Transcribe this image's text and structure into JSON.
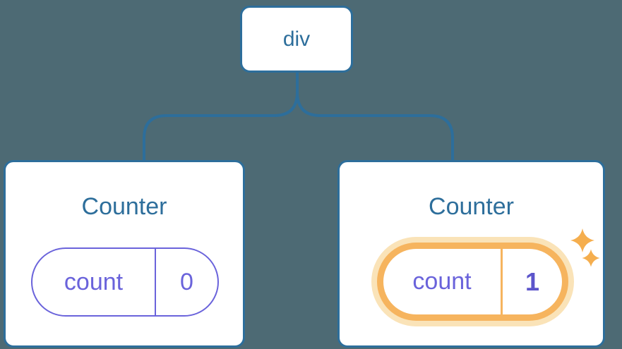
{
  "diagram": {
    "kind": "react-component-tree",
    "tree": {
      "root": {
        "label": "div"
      },
      "children": [
        {
          "title": "Counter",
          "state": {
            "key": "count",
            "value": "0"
          },
          "highlighted": false
        },
        {
          "title": "Counter",
          "state": {
            "key": "count",
            "value": "1"
          },
          "highlighted": true,
          "highlight_icon": "sparkles-icon"
        }
      ]
    },
    "colors": {
      "background": "#4D6A74",
      "node_fill": "#FFFFFF",
      "blue_border_text": "#2D6E9B",
      "state_purple": "#6A63DB",
      "state_value_bold_purple": "#5C55CB",
      "highlight_orange": "#F6B45E",
      "highlight_halo": "#FAE3B8",
      "sparkle_orange": "#F5AE4E"
    }
  }
}
